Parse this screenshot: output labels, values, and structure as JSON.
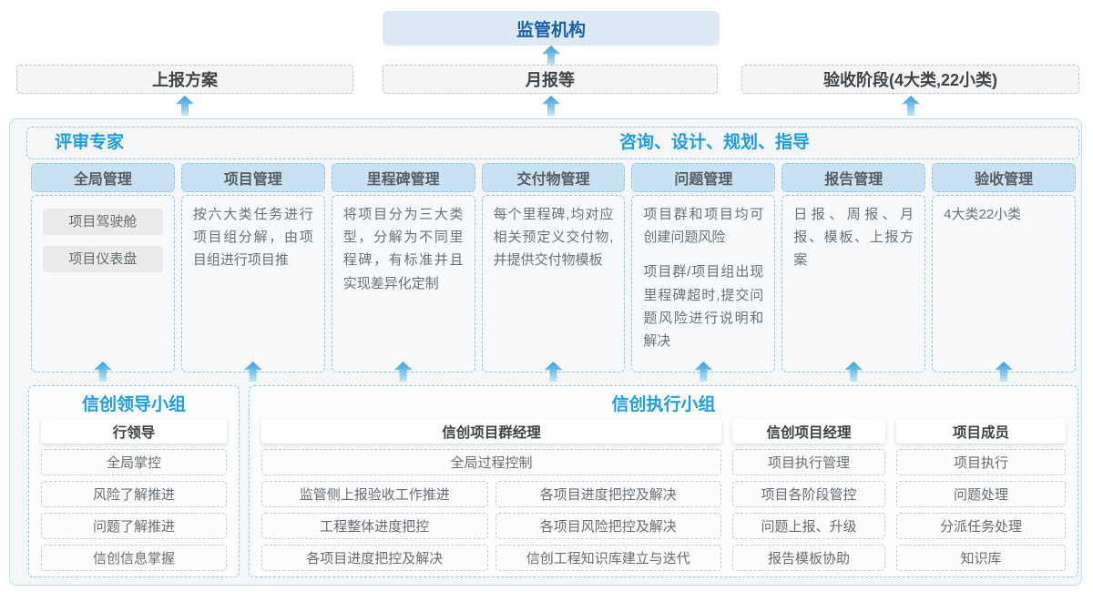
{
  "colors": {
    "accent_blue": "#1e9de2",
    "navy_blue": "#1c5fa9",
    "dashed_blue": "#8fc6e6",
    "module_header_fill": "#c9e2f3",
    "arrow_blue": "#379fd9"
  },
  "top": {
    "regulator": "监管机构",
    "outputs": [
      "上报方案",
      "月报等",
      "验收阶段(4大类,22小类)"
    ]
  },
  "platform": {
    "reviewer_label": "评审专家",
    "advisor_label": "咨询、设计、规划、指导",
    "modules": [
      {
        "title": "全局管理",
        "pills": [
          "项目驾驶舱",
          "项目仪表盘"
        ]
      },
      {
        "title": "项目管理",
        "paragraphs": [
          "按六大类任务进行项目组分解，由项目组进行项目推"
        ]
      },
      {
        "title": "里程碑管理",
        "paragraphs": [
          "将项目分为三大类型，分解为不同里程碑，有标准并且实现差异化定制"
        ]
      },
      {
        "title": "交付物管理",
        "paragraphs": [
          "每个里程碑,均对应相关预定义交付物,并提供交付物模板"
        ]
      },
      {
        "title": "问题管理",
        "paragraphs": [
          "项目群和项目均可创建问题风险",
          "项目群/项目组出现里程碑超时,提交问题风险进行说明和解决"
        ]
      },
      {
        "title": "报告管理",
        "paragraphs": [
          "日报、周报、月报、模板、上报方案"
        ]
      },
      {
        "title": "验收管理",
        "paragraphs": [
          "4大类22小类"
        ]
      }
    ]
  },
  "leader_group": {
    "title": "信创领导小组",
    "role": "行领导",
    "items": [
      "全局掌控",
      "风险了解推进",
      "问题了解推进",
      "信创信息掌握"
    ]
  },
  "exec_group": {
    "title": "信创执行小组",
    "program_manager": {
      "role": "信创项目群经理",
      "full_item": "全局过程控制",
      "left_items": [
        "监管侧上报验收工作推进",
        "工程整体进度把控",
        "各项目进度把控及解决"
      ],
      "right_items": [
        "各项目进度把控及解决",
        "各项目风险把控及解决",
        "信创工程知识库建立与迭代"
      ]
    },
    "project_manager": {
      "role": "信创项目经理",
      "items": [
        "项目执行管理",
        "项目各阶段管控",
        "问题上报、升级",
        "报告模板协助"
      ]
    },
    "member": {
      "role": "项目成员",
      "items": [
        "项目执行",
        "问题处理",
        "分派任务处理",
        "知识库"
      ]
    }
  }
}
